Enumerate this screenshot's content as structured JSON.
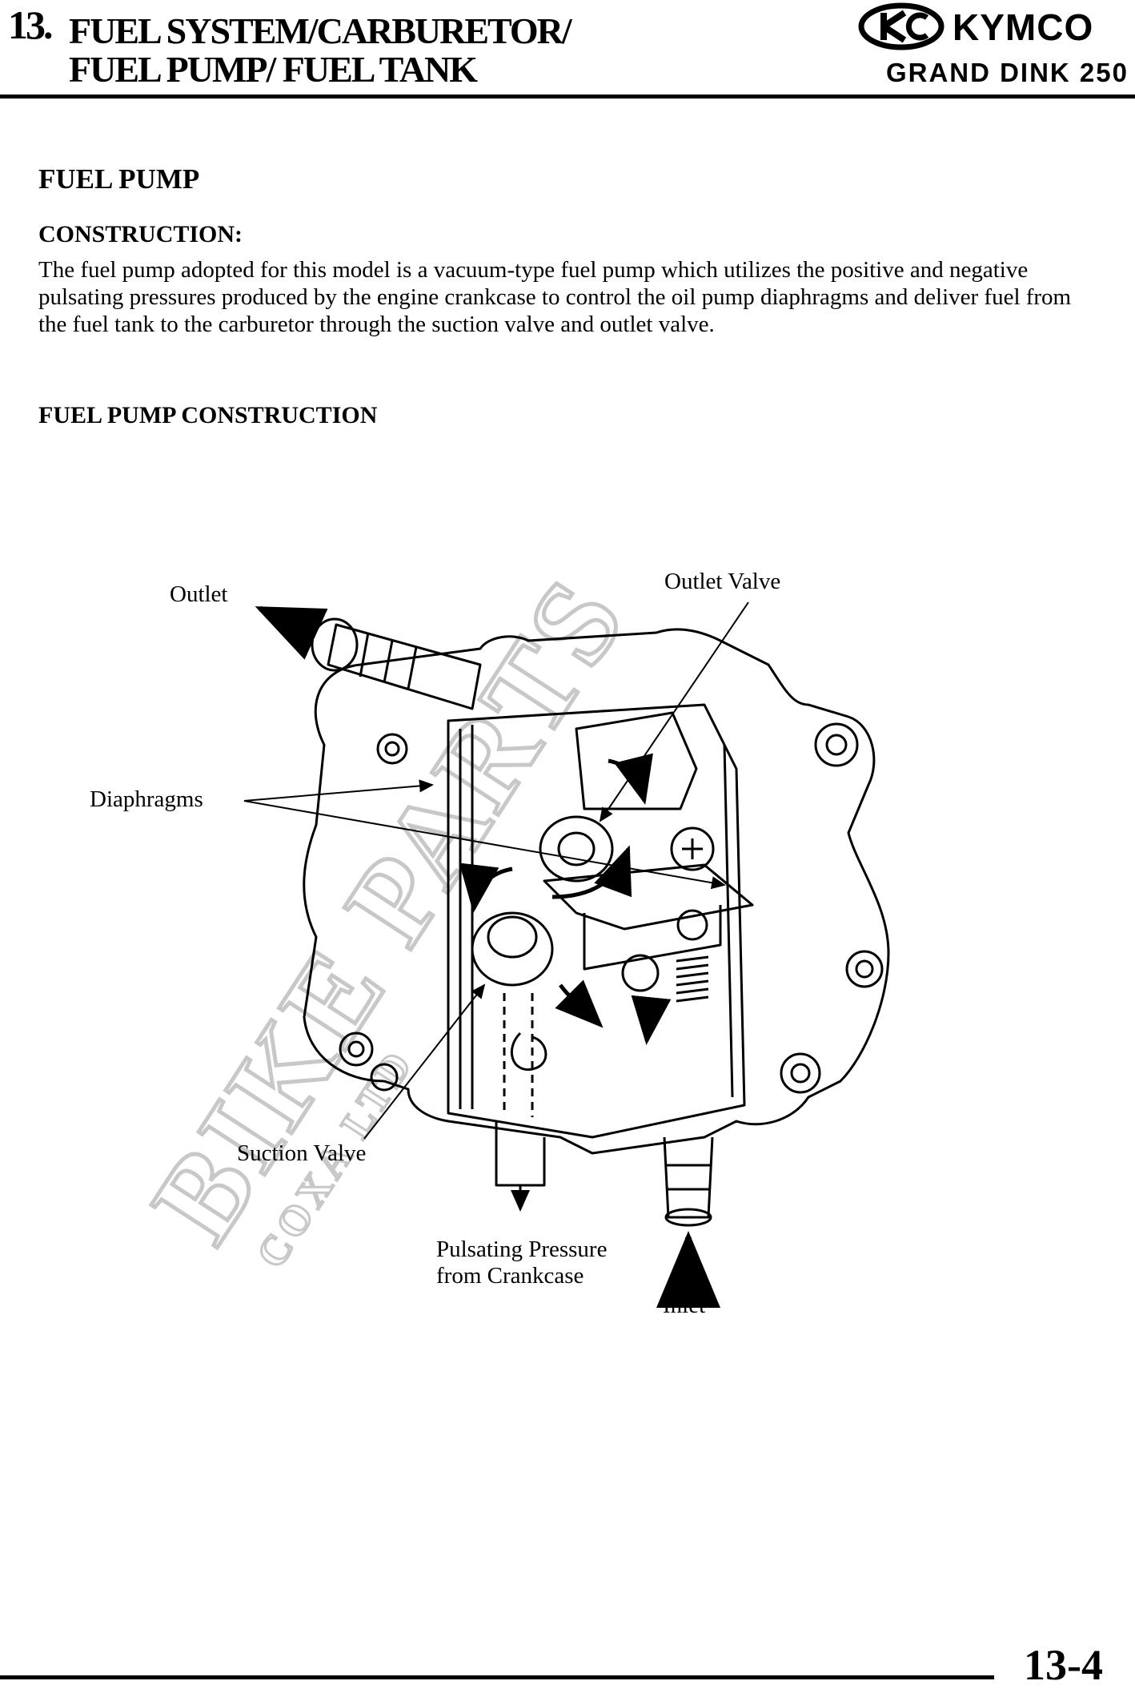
{
  "header": {
    "chapter_number": "13.",
    "chapter_title_line1": "FUEL SYSTEM/CARBURETOR/",
    "chapter_title_line2": "FUEL PUMP/ FUEL TANK",
    "brand": "KYMCO",
    "model": "GRAND DINK 250"
  },
  "section": {
    "title": "FUEL PUMP",
    "subtitle": "CONSTRUCTION:",
    "paragraph": "The fuel pump adopted for this model is a vacuum-type fuel pump which utilizes the positive and negative pulsating pressures produced by the engine crankcase to control the oil pump diaphragms and deliver fuel from the fuel tank to the carburetor through the suction valve and outlet valve."
  },
  "figure": {
    "title": "FUEL PUMP CONSTRUCTION",
    "labels": {
      "outlet": "Outlet",
      "outlet_valve": "Outlet Valve",
      "diaphragms": "Diaphragms",
      "suction_valve": "Suction Valve",
      "pulsating_line1": "Pulsating Pressure",
      "pulsating_line2": "from Crankcase",
      "inlet": "Inlet"
    }
  },
  "watermark": {
    "text": "BIKE PARTS",
    "subtext": "COXA LTD",
    "color": "#c8c8c8"
  },
  "footer": {
    "page_number": "13-4"
  }
}
